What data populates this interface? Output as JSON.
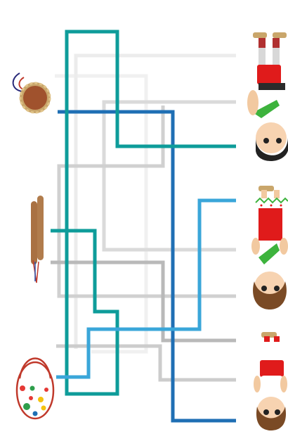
{
  "puzzle": {
    "type": "line-matching maze",
    "items": [
      {
        "name": "tambourine",
        "icon": "tambourine-icon"
      },
      {
        "name": "drumsticks",
        "icon": "drumsticks-icon"
      },
      {
        "name": "maraca",
        "icon": "maraca-icon"
      }
    ],
    "characters": [
      {
        "name": "boy-green-scarf",
        "icon": "boy-green-scarf-icon"
      },
      {
        "name": "girl-red-dress",
        "icon": "girl-red-dress-icon"
      },
      {
        "name": "girl-red-shirt",
        "icon": "girl-red-shirt-icon"
      }
    ],
    "path_colors": {
      "teal": "#0e9c9a",
      "blue_dark": "#1f6fb4",
      "blue_light": "#3aa6d9",
      "gray_light": "#d8d8d8",
      "gray_mid": "#bdbdbd",
      "gray_faint": "#ececec"
    }
  }
}
